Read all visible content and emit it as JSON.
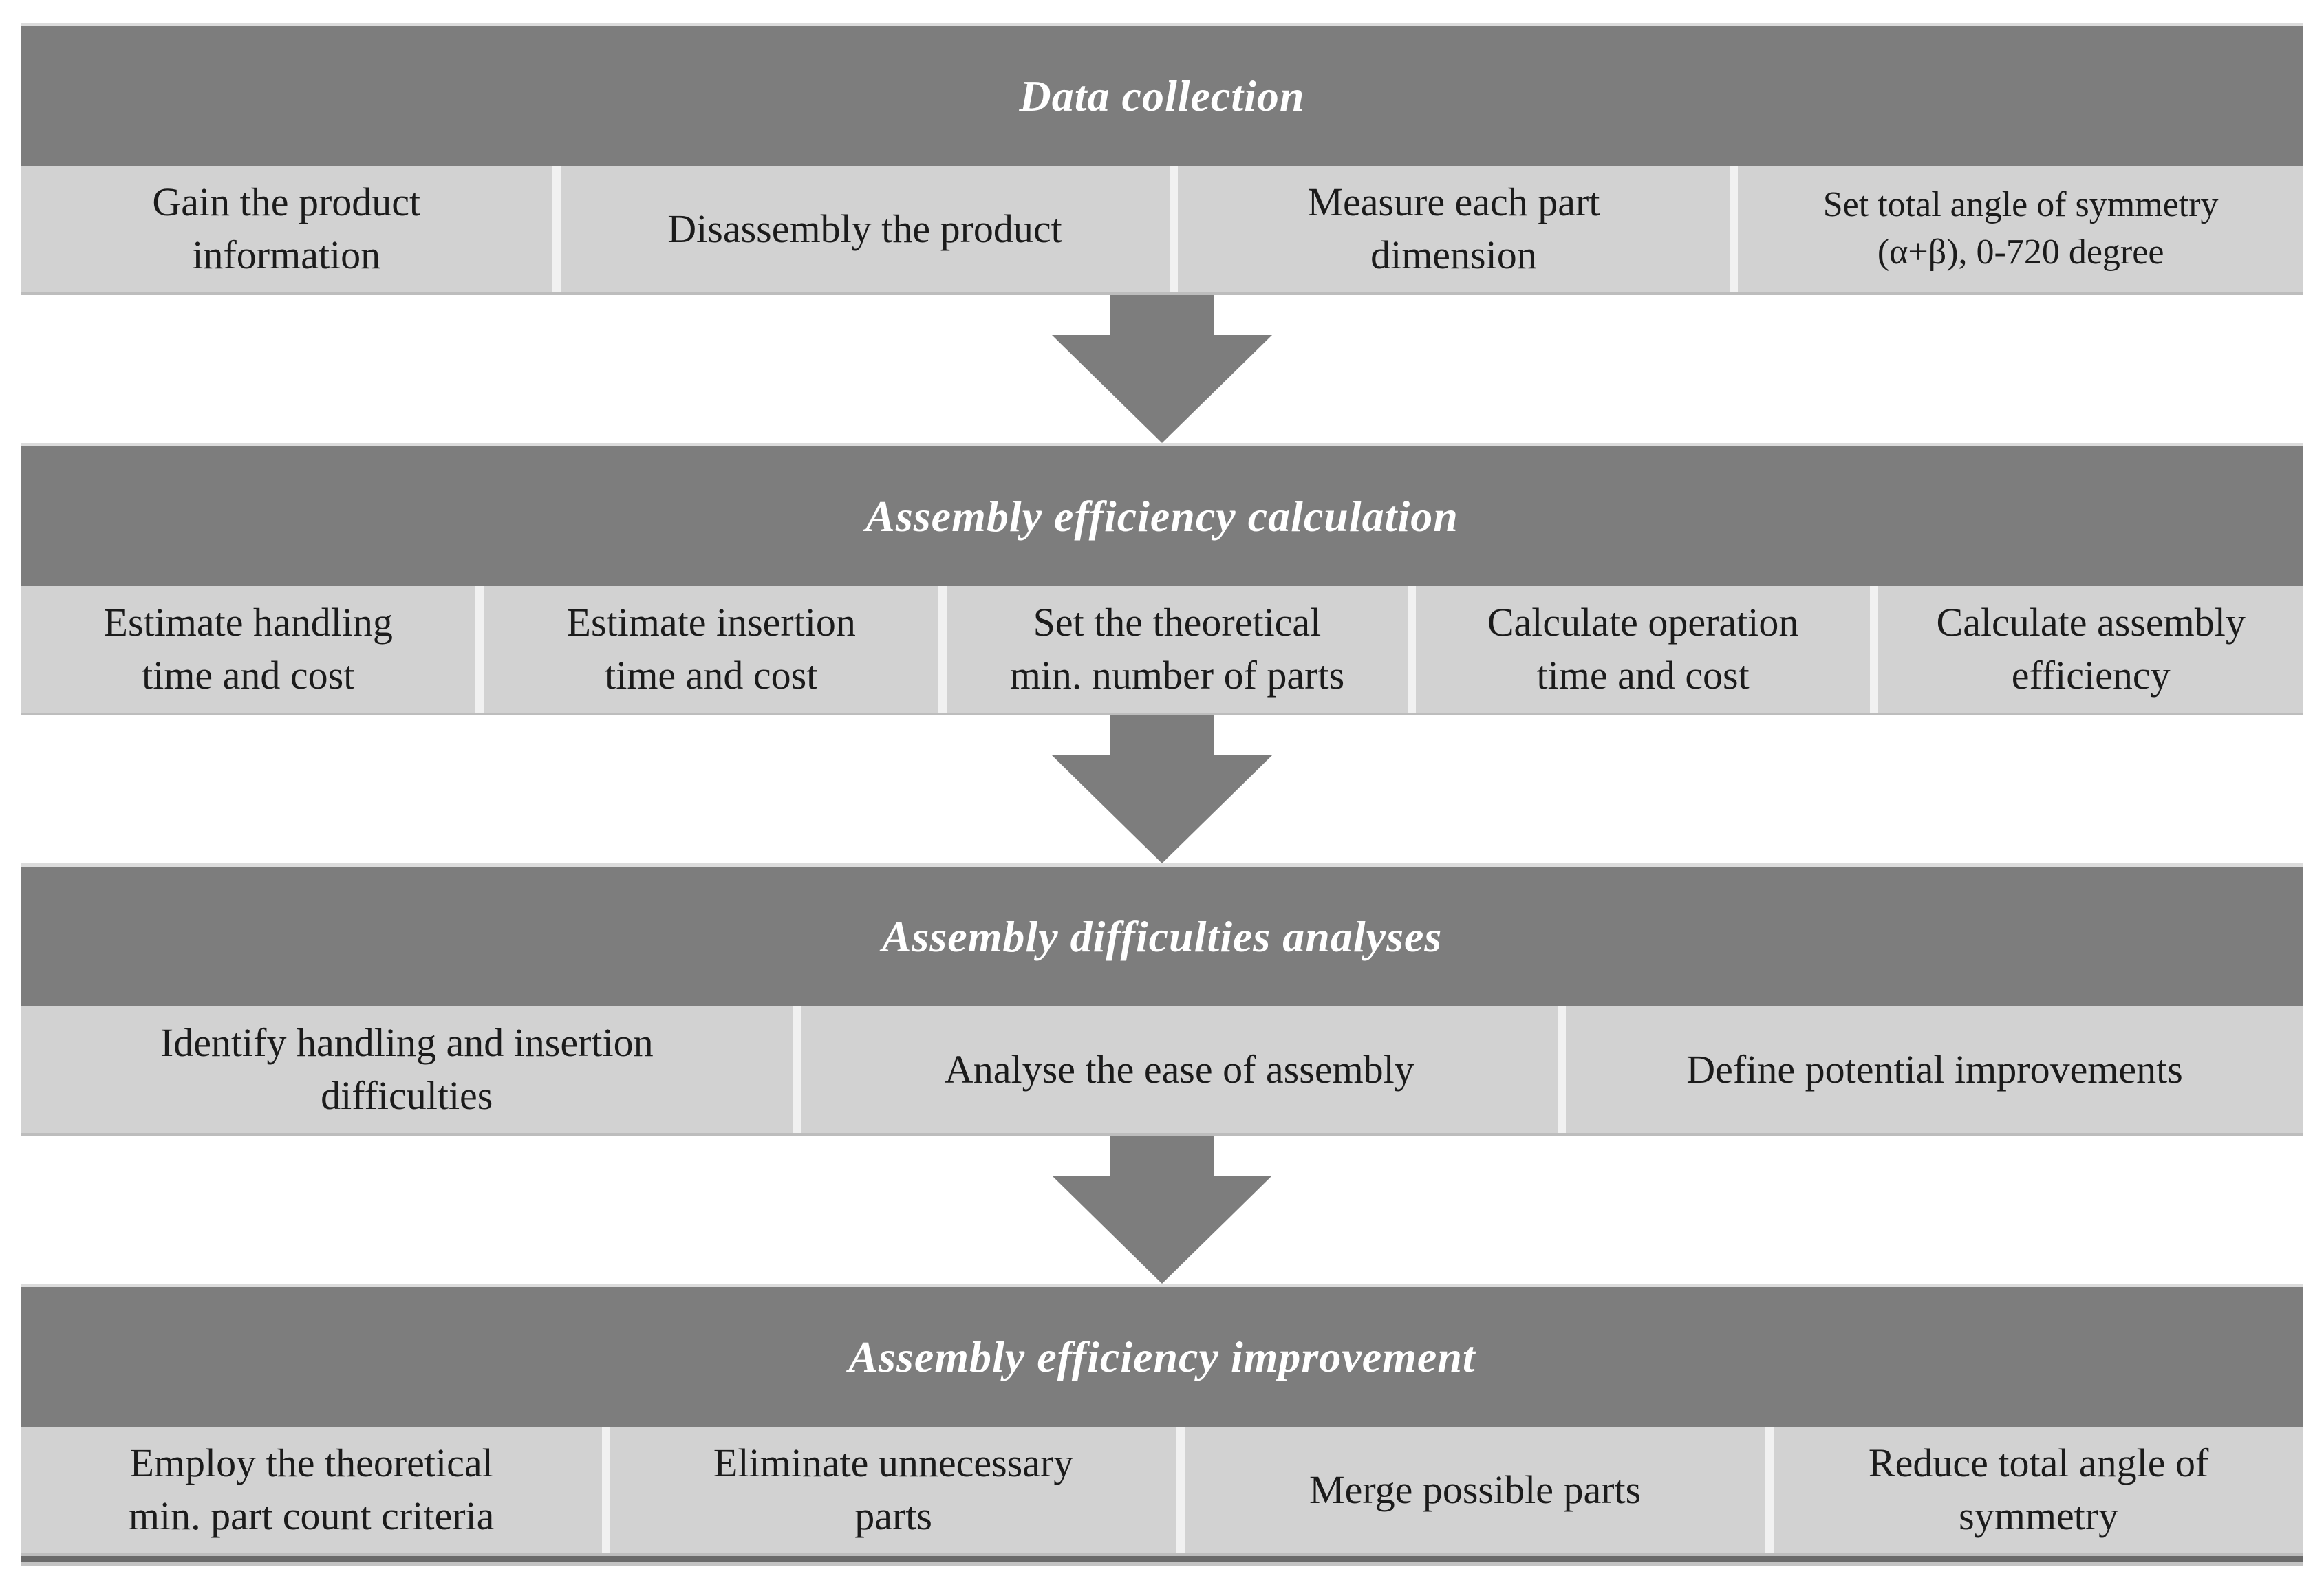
{
  "figure": {
    "colors": {
      "stage_header_bg": "#7d7d7d",
      "stage_header_text": "#ffffff",
      "cell_bg": "#d2d2d2",
      "cell_text": "#1b1b1b",
      "arrow": "#7d7d7d",
      "page_bg": "#ffffff"
    },
    "stages": [
      {
        "title": "Data collection",
        "cells": [
          "Gain the product\ninformation",
          "Disassembly the product",
          "Measure each part\ndimension",
          "Set total angle of symmetry\n(α+β), 0-720 degree"
        ]
      },
      {
        "title": "Assembly efficiency calculation",
        "cells": [
          "Estimate handling\ntime and cost",
          "Estimate insertion\ntime and cost",
          "Set the theoretical\nmin. number of parts",
          "Calculate operation\ntime and cost",
          "Calculate assembly\nefficiency"
        ]
      },
      {
        "title": "Assembly difficulties analyses",
        "cells": [
          "Identify handling and insertion\ndifficulties",
          "Analyse the ease of assembly",
          "Define potential improvements"
        ]
      },
      {
        "title": "Assembly efficiency improvement",
        "cells": [
          "Employ the theoretical\nmin. part count criteria",
          "Eliminate unnecessary\nparts",
          "Merge possible parts",
          "Reduce total angle of\nsymmetry"
        ]
      }
    ]
  }
}
